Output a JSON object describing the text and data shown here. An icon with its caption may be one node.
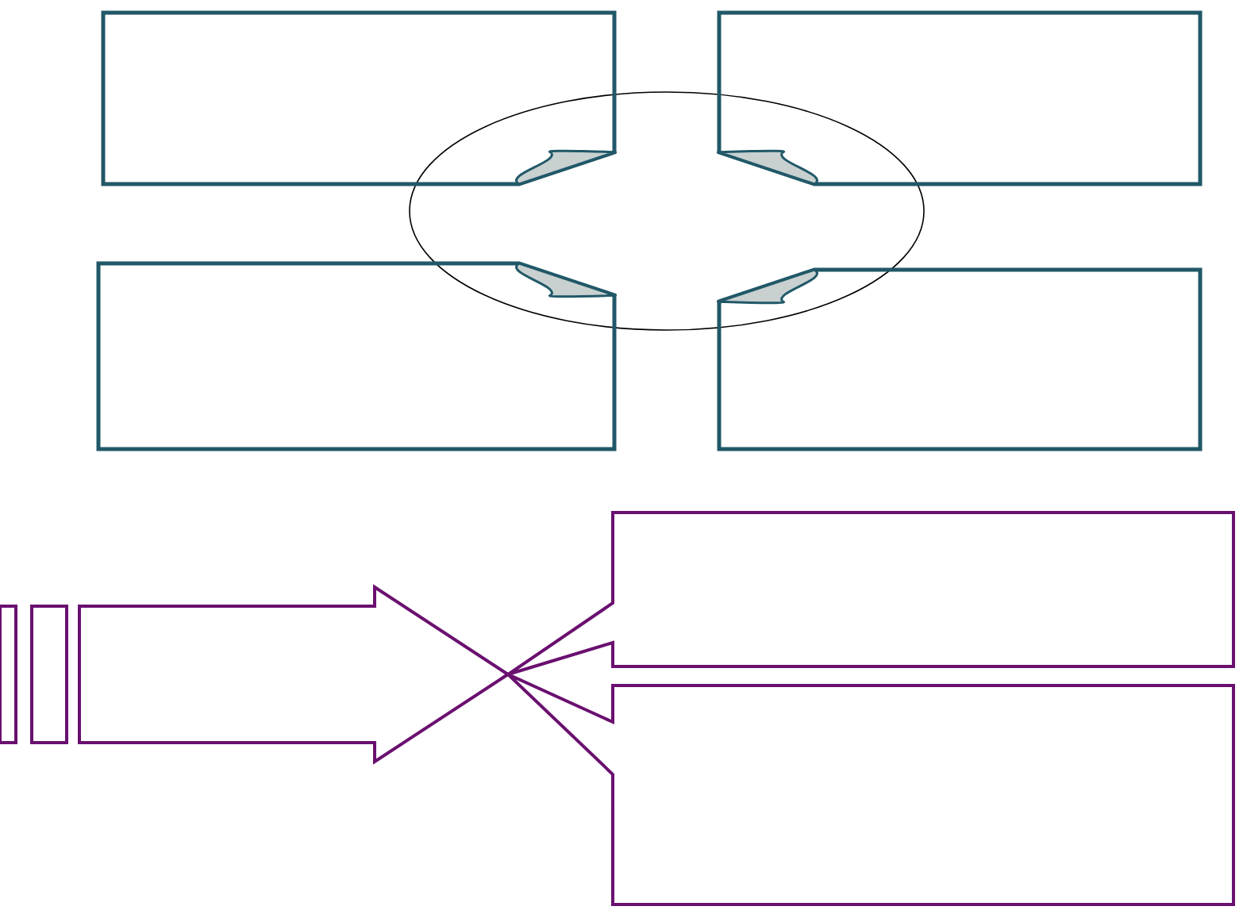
{
  "diagram": {
    "nodes": [
      {
        "text": [],
        "shape": "box"
      },
      {
        "text": [],
        "shape": "box"
      },
      {
        "text": [],
        "shape": "box"
      },
      {
        "text": [],
        "shape": "box"
      },
      {
        "text": [],
        "shape": "arrow"
      },
      {
        "text": [],
        "shape": "callout"
      },
      {
        "text": [],
        "shape": "callout"
      }
    ]
  }
}
